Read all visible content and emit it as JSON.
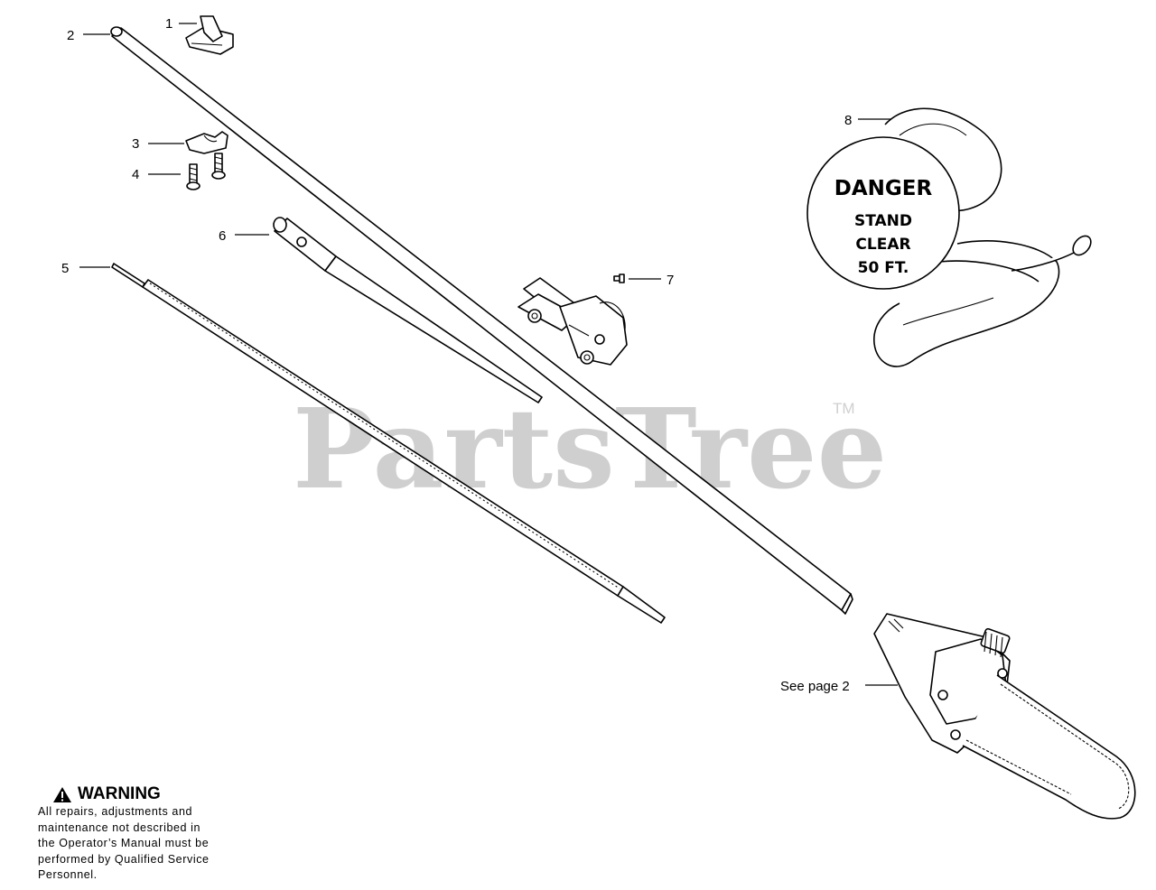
{
  "diagram": {
    "callouts": {
      "c1": "1",
      "c2": "2",
      "c3": "3",
      "c4": "4",
      "c5": "5",
      "c6": "6",
      "c7": "7",
      "c8": "8",
      "see_page": "See page 2"
    },
    "danger_label": {
      "title": "DANGER",
      "line1": "STAND",
      "line2": "CLEAR",
      "line3": "50 FT."
    },
    "warning": {
      "heading": "WARNING",
      "lines": [
        "All repairs, adjustments and",
        "maintenance not described in",
        "the Operator’s Manual must be",
        "performed by Qualified Service",
        "Personnel."
      ]
    },
    "watermark": {
      "text": "PartsTree",
      "trademark": "TM"
    },
    "colors": {
      "line": "#000000",
      "watermark": "#cfcfcf",
      "background": "#ffffff"
    },
    "icons": {
      "warning": "warning-triangle-icon"
    }
  }
}
